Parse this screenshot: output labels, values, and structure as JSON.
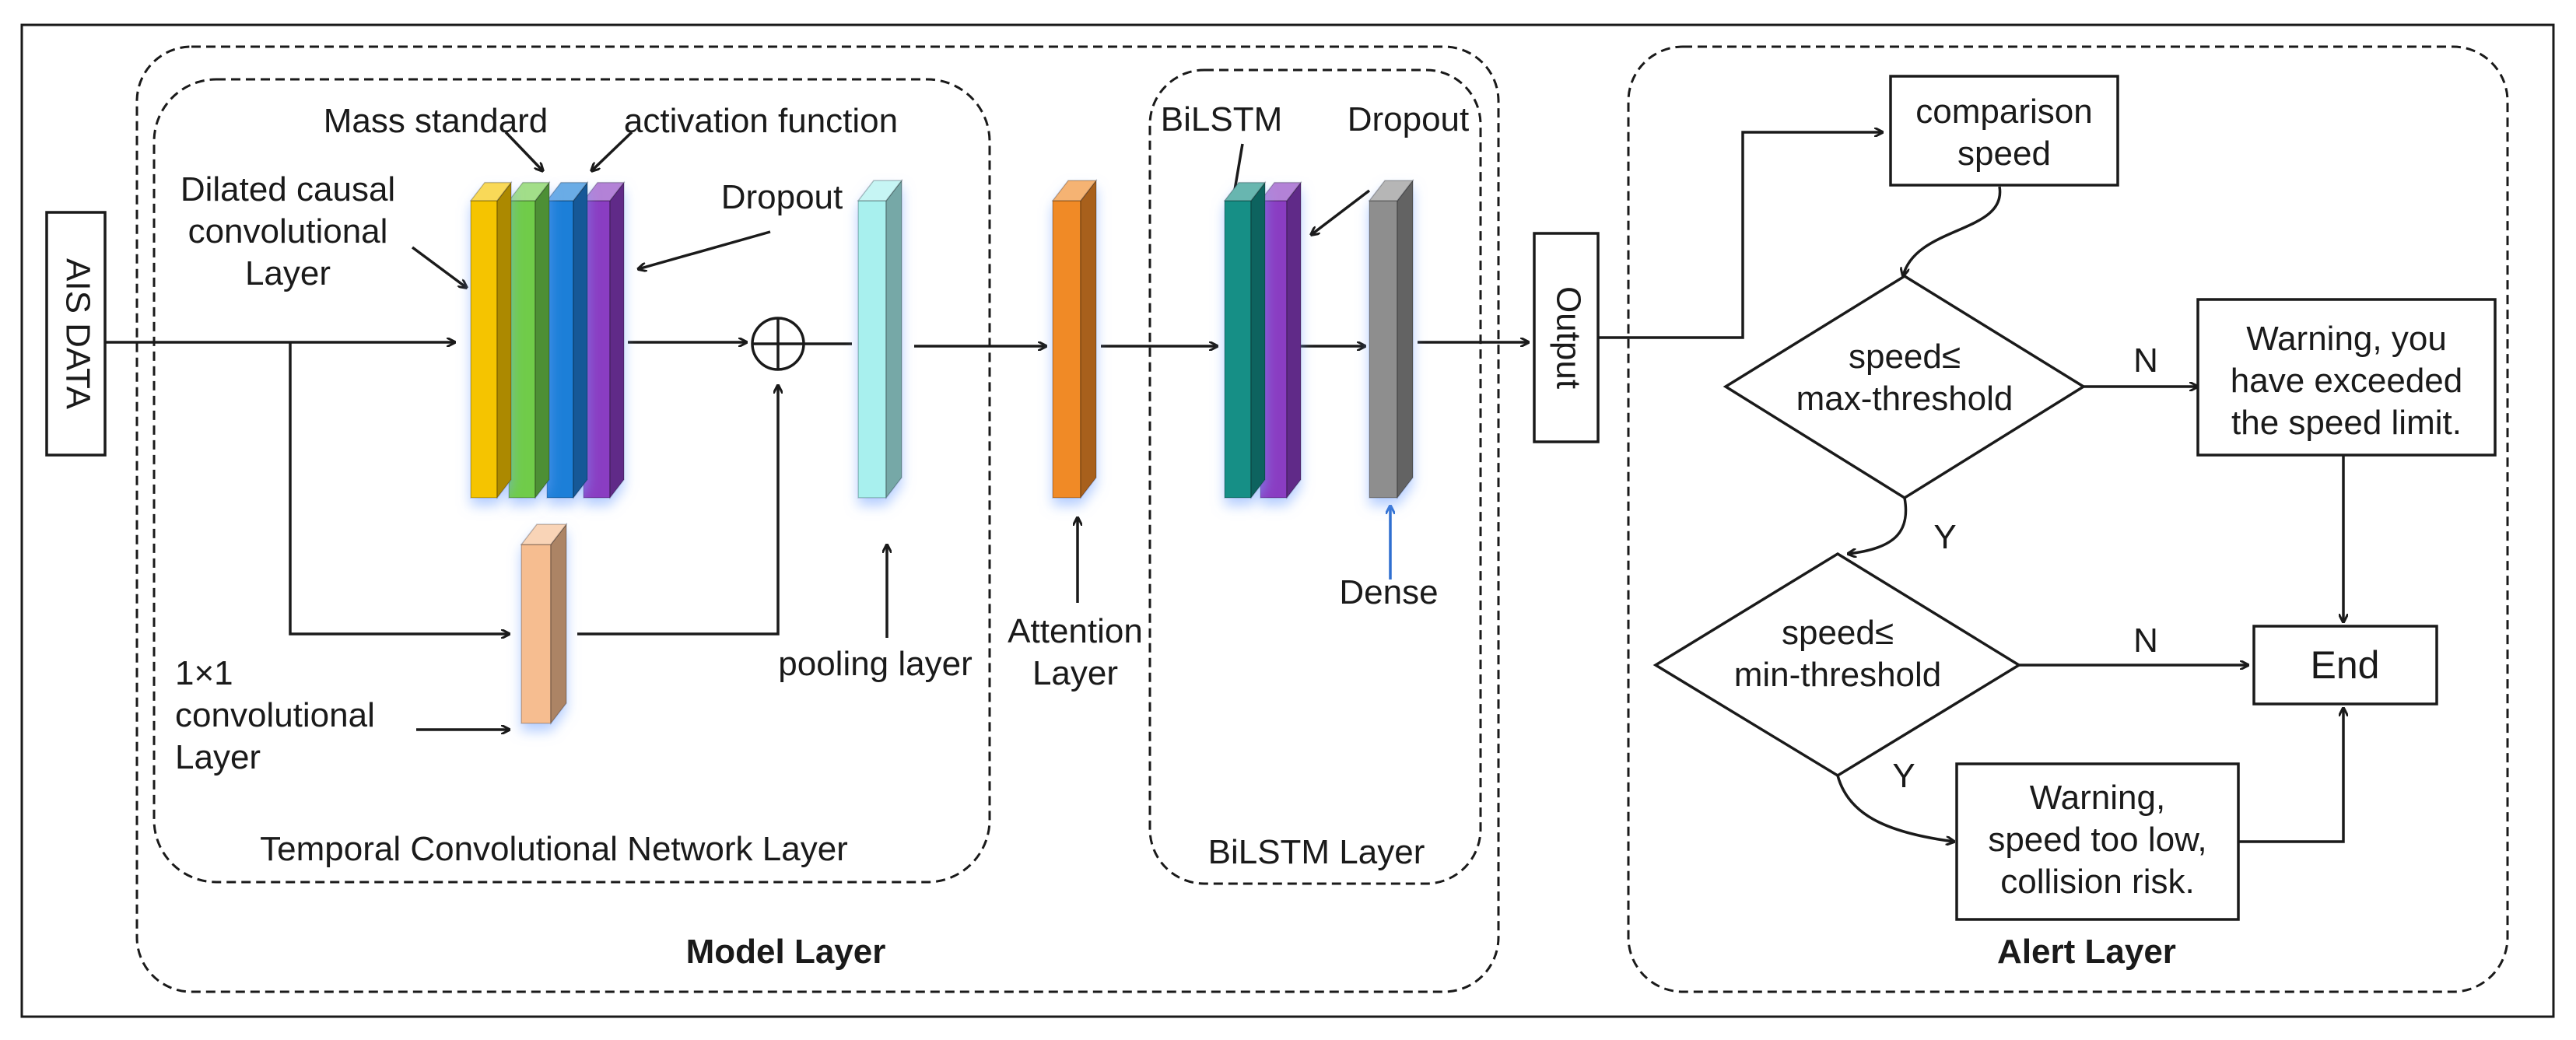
{
  "input": {
    "label": "AIS DATA"
  },
  "model_layer": {
    "title": "Model Layer",
    "tcn": {
      "title": "Temporal Convolutional Network Layer",
      "labels": {
        "mass_standard": "Mass standard",
        "activation_function": "activation function",
        "dilated_line1": "Dilated causal",
        "dilated_line2": "convolutional",
        "dilated_line3": "Layer",
        "dropout": "Dropout",
        "conv1x1_line1": "1×1",
        "conv1x1_line2": "convolutional",
        "conv1x1_line3": "Layer",
        "pooling": "pooling layer"
      }
    },
    "attention": {
      "line1": "Attention",
      "line2": "Layer"
    },
    "bilstm": {
      "title": "BiLSTM Layer",
      "labels": {
        "bilstm": "BiLSTM",
        "dropout": "Dropout",
        "dense": "Dense"
      }
    },
    "output": "Output"
  },
  "alert_layer": {
    "title": "Alert Layer",
    "comparison": {
      "line1": "comparison",
      "line2": "speed"
    },
    "decision_max": {
      "line1": "speed≤",
      "line2": "max-threshold"
    },
    "decision_min": {
      "line1": "speed≤",
      "line2": "min-threshold"
    },
    "warning_high": {
      "line1": "Warning, you",
      "line2": "have exceeded",
      "line3": "the speed limit."
    },
    "warning_low": {
      "line1": "Warning,",
      "line2": "speed too low,",
      "line3": "collision risk."
    },
    "end": "End",
    "edge_n1": "N",
    "edge_y1": "Y",
    "edge_n2": "N",
    "edge_y2": "Y"
  },
  "colors": {
    "yellow": "#f5c400",
    "green": "#70cc4a",
    "blue": "#1a7fd8",
    "purple": "#8a3ec2",
    "cyan": "#a8f0ee",
    "orange": "#f08a28",
    "teal": "#168f86",
    "grey": "#8e8e8e",
    "peach": "#f6bd90",
    "dense_arrow": "#2f6fd0"
  }
}
